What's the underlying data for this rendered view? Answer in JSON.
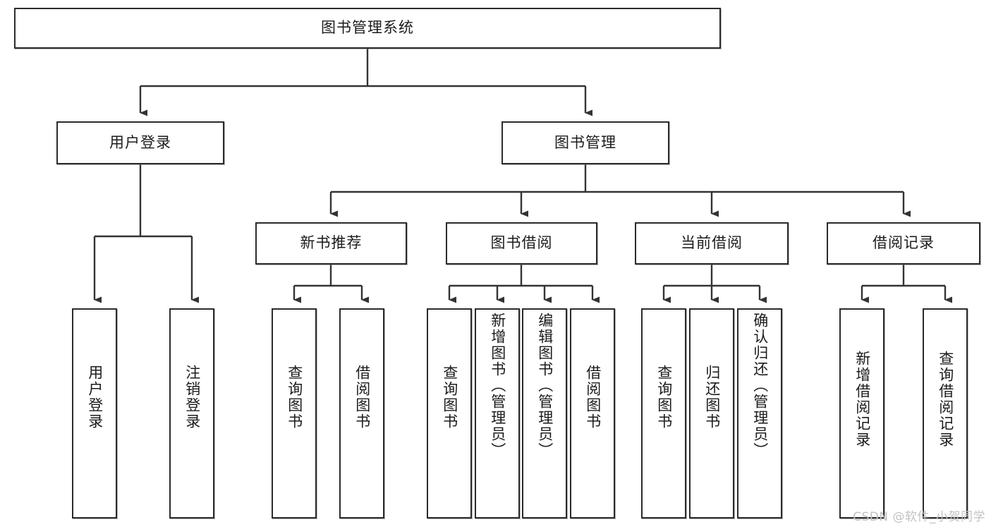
{
  "diagram": {
    "title": "图书管理系统",
    "type": "tree-hierarchy",
    "root": {
      "id": "root",
      "label": "图书管理系统"
    },
    "level1": [
      {
        "id": "user-login",
        "label": "用户登录"
      },
      {
        "id": "book-manage",
        "label": "图书管理"
      }
    ],
    "level2": [
      {
        "id": "new-book-rec",
        "label": "新书推荐",
        "parent": "book-manage"
      },
      {
        "id": "book-borrow",
        "label": "图书借阅",
        "parent": "book-manage"
      },
      {
        "id": "current-borrow",
        "label": "当前借阅",
        "parent": "book-manage"
      },
      {
        "id": "borrow-record",
        "label": "借阅记录",
        "parent": "book-manage"
      }
    ],
    "leaves": [
      {
        "id": "leaf-user-login",
        "label": "用户登录",
        "parent": "user-login"
      },
      {
        "id": "leaf-logout",
        "label": "注销登录",
        "parent": "user-login"
      },
      {
        "id": "leaf-query-book-1",
        "label": "查询图书",
        "parent": "new-book-rec"
      },
      {
        "id": "leaf-borrow-book-1",
        "label": "借阅图书",
        "parent": "new-book-rec"
      },
      {
        "id": "leaf-query-book-2",
        "label": "查询图书",
        "parent": "book-borrow"
      },
      {
        "id": "leaf-add-book",
        "label": "新增图书（管理员）",
        "parent": "book-borrow"
      },
      {
        "id": "leaf-edit-book",
        "label": "编辑图书（管理员）",
        "parent": "book-borrow"
      },
      {
        "id": "leaf-borrow-book-2",
        "label": "借阅图书",
        "parent": "book-borrow"
      },
      {
        "id": "leaf-query-book-3",
        "label": "查询图书",
        "parent": "current-borrow"
      },
      {
        "id": "leaf-return-book",
        "label": "归还图书",
        "parent": "current-borrow"
      },
      {
        "id": "leaf-confirm-return",
        "label": "确认归还（管理员）",
        "parent": "current-borrow"
      },
      {
        "id": "leaf-add-record",
        "label": "新增借阅记录",
        "parent": "borrow-record"
      },
      {
        "id": "leaf-query-record",
        "label": "查询借阅记录",
        "parent": "borrow-record"
      }
    ],
    "colors": {
      "border": "#2b2b2b",
      "background": "#ffffff",
      "text": "#1b1b1b",
      "edge": "#333333",
      "watermark": "#c2c2c2"
    }
  },
  "watermark": {
    "text": "CSDN @软件_小贺同学"
  }
}
